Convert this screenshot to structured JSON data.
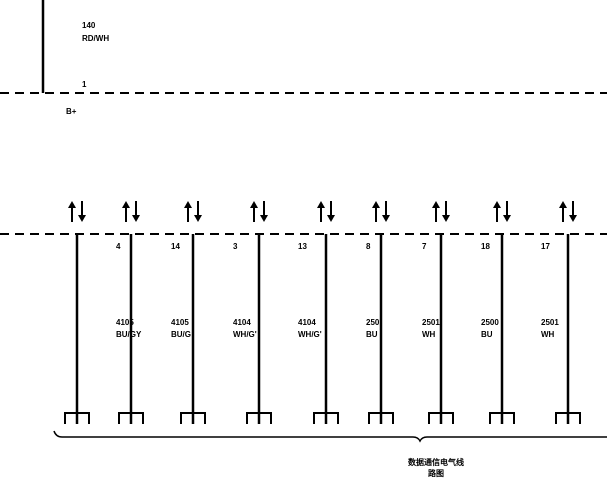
{
  "top_wire": {
    "circuit": "140",
    "color": "RD/WH",
    "pin": "1",
    "connector": "B+"
  },
  "wires": [
    {
      "pin": "4",
      "circuit": "4105",
      "color": "BU/GY",
      "arrows": "↑↓"
    },
    {
      "pin": "14",
      "circuit": "4105",
      "color": "BU/G",
      "arrows": "↑↓"
    },
    {
      "pin": "3",
      "circuit": "4104",
      "color": "WH/G'",
      "arrows": "↑↓"
    },
    {
      "pin": "13",
      "circuit": "4104",
      "color": "WH/G'",
      "arrows": "↑↓"
    },
    {
      "pin": "8",
      "circuit": "250",
      "color": "BU",
      "arrows": "↑↓"
    },
    {
      "pin": "7",
      "circuit": "2501",
      "color": "WH",
      "arrows": "↑↓"
    },
    {
      "pin": "18",
      "circuit": "2500",
      "color": "BU",
      "arrows": "↑↓"
    },
    {
      "pin": "17",
      "circuit": "2501",
      "color": "WH",
      "arrows": "↑↓"
    }
  ],
  "caption": {
    "line1": "数据通信电气线",
    "line2": "路图"
  },
  "colors": {
    "ink": "#000000",
    "background": "#ffffff"
  }
}
